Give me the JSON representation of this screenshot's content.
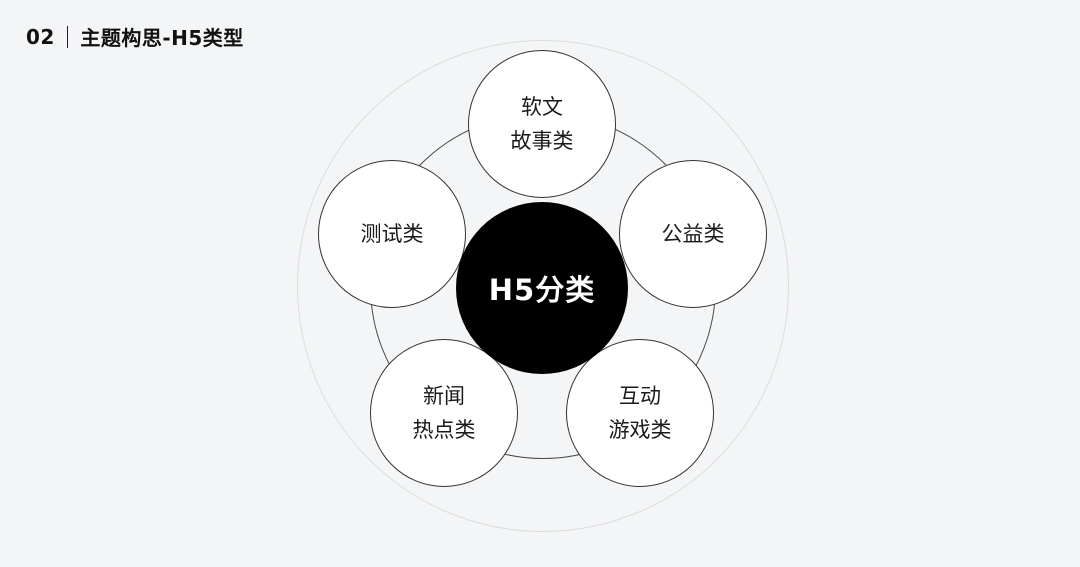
{
  "header": {
    "number": "02",
    "title": "主题构思-H5类型"
  },
  "diagram": {
    "center_label": "H5分类",
    "nodes": [
      {
        "line1": "软文",
        "line2": "故事类"
      },
      {
        "line1": "公益类",
        "line2": ""
      },
      {
        "line1": "互动",
        "line2": "游戏类"
      },
      {
        "line1": "新闻",
        "line2": "热点类"
      },
      {
        "line1": "测试类",
        "line2": ""
      }
    ]
  }
}
